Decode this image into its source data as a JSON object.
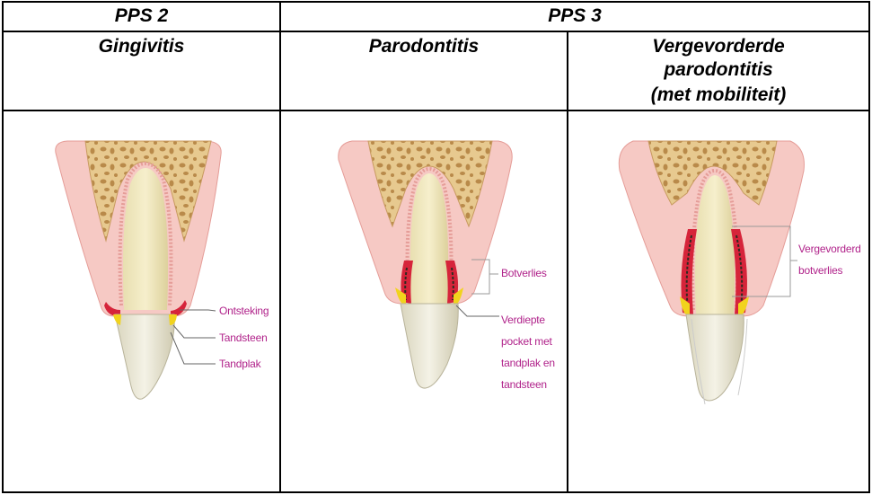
{
  "headers": {
    "pps2": "PPS 2",
    "pps3": "PPS 3",
    "col1": "Gingivitis",
    "col2": "Parodontitis",
    "col3_line1": "Vergevorderde",
    "col3_line2": "parodontitis",
    "col3_line3": "(met mobiliteit)"
  },
  "panel1": {
    "labels": [
      "Ontsteking",
      "Tandsteen",
      "Tandplak"
    ]
  },
  "panel2": {
    "bracket_label": "Botverlies",
    "pocket_label": [
      "Verdiepte",
      "pocket met",
      "tandplak en",
      "tandsteen"
    ]
  },
  "panel3": {
    "bracket_label": [
      "Vergevorderd",
      "botverlies"
    ]
  },
  "colors": {
    "gum": "#f6c9c4",
    "bone_fill": "#e7c98f",
    "bone_pore": "#b98a4a",
    "tooth": "#ece9d6",
    "inflammation": "#d6243a",
    "calculus": "#f1d31d",
    "label": "#b0228a"
  }
}
